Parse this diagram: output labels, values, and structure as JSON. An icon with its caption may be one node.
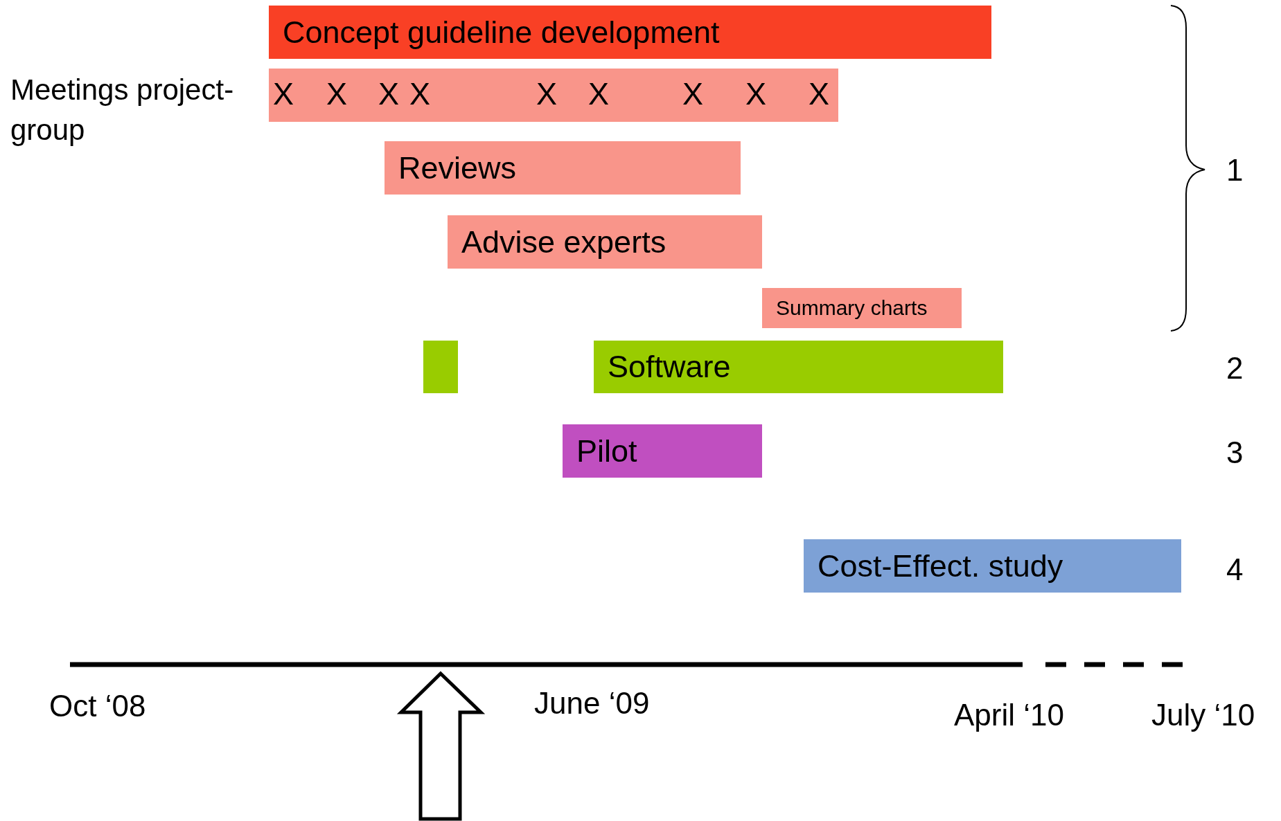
{
  "diagram": {
    "nodes": [
      {
        "text": [
          "Concept guideline development"
        ]
      },
      {
        "text": [
          "X",
          "X",
          "X",
          "X",
          "X",
          "X",
          "X",
          "X",
          "X"
        ],
        "beside": [
          "Meetings project-group"
        ]
      },
      {
        "text": [
          "Reviews"
        ]
      },
      {
        "text": [
          "Advise experts"
        ]
      },
      {
        "text": [
          "Summary charts"
        ]
      },
      {
        "text": [],
        "shape": "bar"
      },
      {
        "text": [
          "Software"
        ]
      },
      {
        "text": [
          "Pilot"
        ]
      },
      {
        "text": [
          "Cost-Effect. study"
        ]
      }
    ],
    "edges": [],
    "labels": [
      "1",
      "2",
      "3",
      "4",
      "Oct ‘08",
      "June ‘09",
      "April ‘10",
      "July ‘10"
    ]
  }
}
